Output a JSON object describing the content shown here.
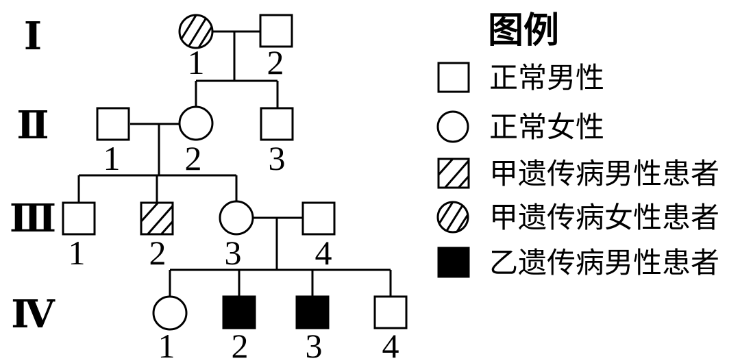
{
  "generations": [
    "Ⅰ",
    "Ⅱ",
    "Ⅲ",
    "Ⅳ"
  ],
  "individuals": [
    {
      "id": "I-1",
      "num": "1",
      "sex": "female",
      "status": "disease-a"
    },
    {
      "id": "I-2",
      "num": "2",
      "sex": "male",
      "status": "normal"
    },
    {
      "id": "II-1",
      "num": "1",
      "sex": "male",
      "status": "normal"
    },
    {
      "id": "II-2",
      "num": "2",
      "sex": "female",
      "status": "normal"
    },
    {
      "id": "II-3",
      "num": "3",
      "sex": "male",
      "status": "normal"
    },
    {
      "id": "III-1",
      "num": "1",
      "sex": "male",
      "status": "normal"
    },
    {
      "id": "III-2",
      "num": "2",
      "sex": "male",
      "status": "disease-a"
    },
    {
      "id": "III-3",
      "num": "3",
      "sex": "female",
      "status": "normal"
    },
    {
      "id": "III-4",
      "num": "4",
      "sex": "male",
      "status": "normal"
    },
    {
      "id": "IV-1",
      "num": "1",
      "sex": "female",
      "status": "normal"
    },
    {
      "id": "IV-2",
      "num": "2",
      "sex": "male",
      "status": "disease-b"
    },
    {
      "id": "IV-3",
      "num": "3",
      "sex": "male",
      "status": "disease-b"
    },
    {
      "id": "IV-4",
      "num": "4",
      "sex": "male",
      "status": "normal"
    }
  ],
  "legend": {
    "title": "图例",
    "items": [
      {
        "label": "正常男性",
        "shape": "square",
        "fill": "none"
      },
      {
        "label": "正常女性",
        "shape": "circle",
        "fill": "none"
      },
      {
        "label": "甲遗传病男性患者",
        "shape": "square",
        "fill": "hatched"
      },
      {
        "label": "甲遗传病女性患者",
        "shape": "circle",
        "fill": "hatched"
      },
      {
        "label": "乙遗传病男性患者",
        "shape": "square",
        "fill": "solid"
      }
    ]
  },
  "colors": {
    "line": "#000000",
    "background": "#ffffff"
  }
}
